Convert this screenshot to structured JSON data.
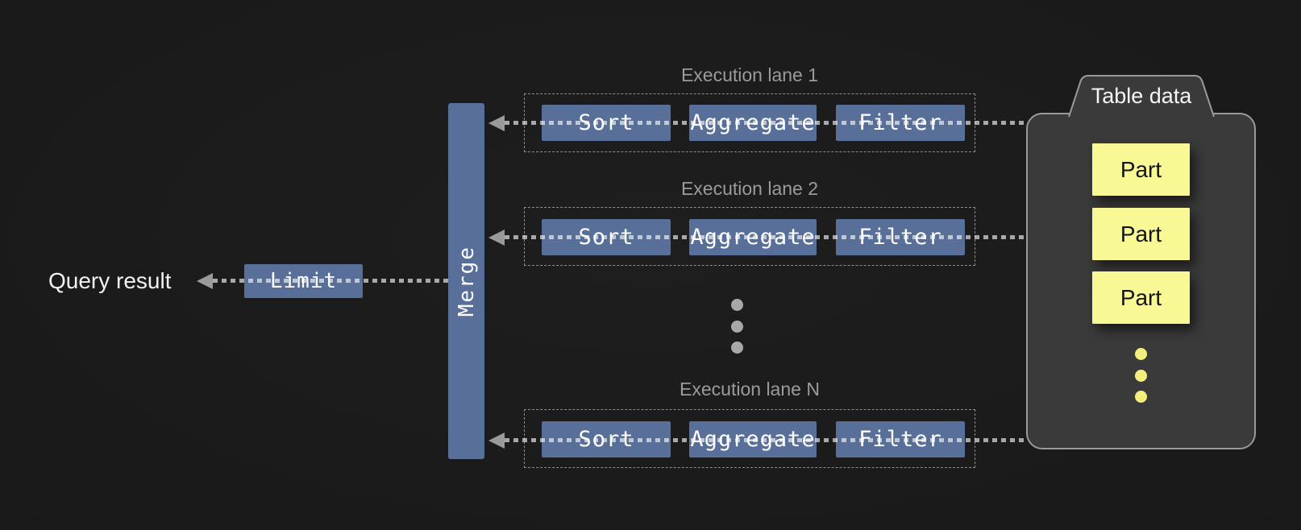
{
  "query_result": {
    "label": "Query result"
  },
  "pipeline": {
    "limit_label": "Limit",
    "merge_label": "Merge"
  },
  "lanes": [
    {
      "title": "Execution lane 1",
      "operators": [
        "Sort",
        "Aggregate",
        "Filter"
      ]
    },
    {
      "title": "Execution lane 2",
      "operators": [
        "Sort",
        "Aggregate",
        "Filter"
      ]
    },
    {
      "title": "Execution lane N",
      "operators": [
        "Sort",
        "Aggregate",
        "Filter"
      ]
    }
  ],
  "lanes_ellipsis_dot_count": 3,
  "table_data": {
    "title": "Table data",
    "parts": [
      "Part",
      "Part",
      "Part"
    ],
    "parts_ellipsis_dot_count": 3
  },
  "colors": {
    "background": "#1b1b1b",
    "operator_box": "#586f99",
    "merge_bar": "#586f99",
    "part_box": "#f8f895",
    "table_container_fill": "#3a3a3a",
    "table_container_border": "#9a9a9a",
    "dotted_line": "#d9d9d9",
    "arrow": "#9a9a9a",
    "lane_label_text": "#9b9b9b",
    "yellow_dot": "#f2ef7d",
    "gray_dot": "#a8a8a8"
  }
}
